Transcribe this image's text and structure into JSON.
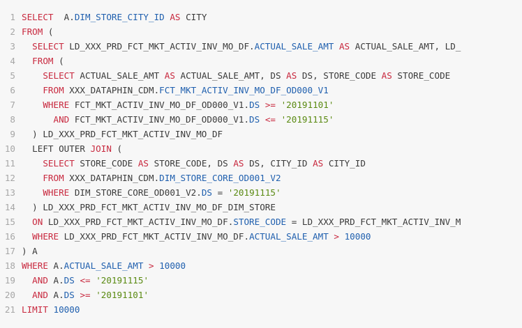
{
  "editor": {
    "lines": [
      {
        "n": "1",
        "tokens": [
          [
            "kw",
            "SELECT"
          ],
          [
            "txt",
            "  A."
          ],
          [
            "id",
            "DIM_STORE_CITY_ID"
          ],
          [
            "txt",
            " "
          ],
          [
            "kw",
            "AS"
          ],
          [
            "txt",
            " CITY"
          ]
        ]
      },
      {
        "n": "2",
        "tokens": [
          [
            "kw",
            "FROM"
          ],
          [
            "txt",
            " ("
          ]
        ]
      },
      {
        "n": "3",
        "tokens": [
          [
            "txt",
            "  "
          ],
          [
            "kw",
            "SELECT"
          ],
          [
            "txt",
            " LD_XXX_PRD_FCT_MKT_ACTIV_INV_MO_DF."
          ],
          [
            "id",
            "ACTUAL_SALE_AMT"
          ],
          [
            "txt",
            " "
          ],
          [
            "kw",
            "AS"
          ],
          [
            "txt",
            " ACTUAL_SALE_AMT, LD_"
          ]
        ]
      },
      {
        "n": "4",
        "tokens": [
          [
            "txt",
            "  "
          ],
          [
            "kw",
            "FROM"
          ],
          [
            "txt",
            " ("
          ]
        ]
      },
      {
        "n": "5",
        "tokens": [
          [
            "txt",
            "    "
          ],
          [
            "kw",
            "SELECT"
          ],
          [
            "txt",
            " ACTUAL_SALE_AMT "
          ],
          [
            "kw",
            "AS"
          ],
          [
            "txt",
            " ACTUAL_SALE_AMT, DS "
          ],
          [
            "kw",
            "AS"
          ],
          [
            "txt",
            " DS, STORE_CODE "
          ],
          [
            "kw",
            "AS"
          ],
          [
            "txt",
            " STORE_CODE"
          ]
        ]
      },
      {
        "n": "6",
        "tokens": [
          [
            "txt",
            "    "
          ],
          [
            "kw",
            "FROM"
          ],
          [
            "txt",
            " XXX_DATAPHIN_CDM."
          ],
          [
            "id",
            "FCT_MKT_ACTIV_INV_MO_DF_OD000_V1"
          ]
        ]
      },
      {
        "n": "7",
        "tokens": [
          [
            "txt",
            "    "
          ],
          [
            "kw",
            "WHERE"
          ],
          [
            "txt",
            " FCT_MKT_ACTIV_INV_MO_DF_OD000_V1."
          ],
          [
            "id",
            "DS"
          ],
          [
            "txt",
            " "
          ],
          [
            "op",
            ">="
          ],
          [
            "txt",
            " "
          ],
          [
            "str",
            "'20191101'"
          ]
        ]
      },
      {
        "n": "8",
        "tokens": [
          [
            "txt",
            "      "
          ],
          [
            "kw",
            "AND"
          ],
          [
            "txt",
            " FCT_MKT_ACTIV_INV_MO_DF_OD000_V1."
          ],
          [
            "id",
            "DS"
          ],
          [
            "txt",
            " "
          ],
          [
            "op",
            "<="
          ],
          [
            "txt",
            " "
          ],
          [
            "str",
            "'20191115'"
          ]
        ]
      },
      {
        "n": "9",
        "tokens": [
          [
            "txt",
            "  ) LD_XXX_PRD_FCT_MKT_ACTIV_INV_MO_DF"
          ]
        ]
      },
      {
        "n": "10",
        "tokens": [
          [
            "txt",
            "  LEFT OUTER "
          ],
          [
            "kw",
            "JOIN"
          ],
          [
            "txt",
            " ("
          ]
        ]
      },
      {
        "n": "11",
        "tokens": [
          [
            "txt",
            "    "
          ],
          [
            "kw",
            "SELECT"
          ],
          [
            "txt",
            " STORE_CODE "
          ],
          [
            "kw",
            "AS"
          ],
          [
            "txt",
            " STORE_CODE, DS "
          ],
          [
            "kw",
            "AS"
          ],
          [
            "txt",
            " DS, CITY_ID "
          ],
          [
            "kw",
            "AS"
          ],
          [
            "txt",
            " CITY_ID"
          ]
        ]
      },
      {
        "n": "12",
        "tokens": [
          [
            "txt",
            "    "
          ],
          [
            "kw",
            "FROM"
          ],
          [
            "txt",
            " XXX_DATAPHIN_CDM."
          ],
          [
            "id",
            "DIM_STORE_CORE_OD001_V2"
          ]
        ]
      },
      {
        "n": "13",
        "tokens": [
          [
            "txt",
            "    "
          ],
          [
            "kw",
            "WHERE"
          ],
          [
            "txt",
            " DIM_STORE_CORE_OD001_V2."
          ],
          [
            "id",
            "DS"
          ],
          [
            "txt",
            " = "
          ],
          [
            "str",
            "'20191115'"
          ]
        ]
      },
      {
        "n": "14",
        "tokens": [
          [
            "txt",
            "  ) LD_XXX_PRD_FCT_MKT_ACTIV_INV_MO_DF_DIM_STORE"
          ]
        ]
      },
      {
        "n": "15",
        "tokens": [
          [
            "txt",
            "  "
          ],
          [
            "kw",
            "ON"
          ],
          [
            "txt",
            " LD_XXX_PRD_FCT_MKT_ACTIV_INV_MO_DF."
          ],
          [
            "id",
            "STORE_CODE"
          ],
          [
            "txt",
            " = LD_XXX_PRD_FCT_MKT_ACTIV_INV_M"
          ]
        ]
      },
      {
        "n": "16",
        "tokens": [
          [
            "txt",
            "  "
          ],
          [
            "kw",
            "WHERE"
          ],
          [
            "txt",
            " LD_XXX_PRD_FCT_MKT_ACTIV_INV_MO_DF."
          ],
          [
            "id",
            "ACTUAL_SALE_AMT"
          ],
          [
            "txt",
            " "
          ],
          [
            "op",
            ">"
          ],
          [
            "txt",
            " "
          ],
          [
            "num",
            "10000"
          ]
        ]
      },
      {
        "n": "17",
        "tokens": [
          [
            "txt",
            ") A"
          ]
        ]
      },
      {
        "n": "18",
        "tokens": [
          [
            "kw",
            "WHERE"
          ],
          [
            "txt",
            " A."
          ],
          [
            "id",
            "ACTUAL_SALE_AMT"
          ],
          [
            "txt",
            " "
          ],
          [
            "op",
            ">"
          ],
          [
            "txt",
            " "
          ],
          [
            "num",
            "10000"
          ]
        ]
      },
      {
        "n": "19",
        "tokens": [
          [
            "txt",
            "  "
          ],
          [
            "kw",
            "AND"
          ],
          [
            "txt",
            " A."
          ],
          [
            "id",
            "DS"
          ],
          [
            "txt",
            " "
          ],
          [
            "op",
            "<="
          ],
          [
            "txt",
            " "
          ],
          [
            "str",
            "'20191115'"
          ]
        ]
      },
      {
        "n": "20",
        "tokens": [
          [
            "txt",
            "  "
          ],
          [
            "kw",
            "AND"
          ],
          [
            "txt",
            " A."
          ],
          [
            "id",
            "DS"
          ],
          [
            "txt",
            " "
          ],
          [
            "op",
            ">="
          ],
          [
            "txt",
            " "
          ],
          [
            "str",
            "'20191101'"
          ]
        ]
      },
      {
        "n": "21",
        "tokens": [
          [
            "kw",
            "LIMIT"
          ],
          [
            "txt",
            " "
          ],
          [
            "num",
            "10000"
          ]
        ]
      }
    ]
  }
}
